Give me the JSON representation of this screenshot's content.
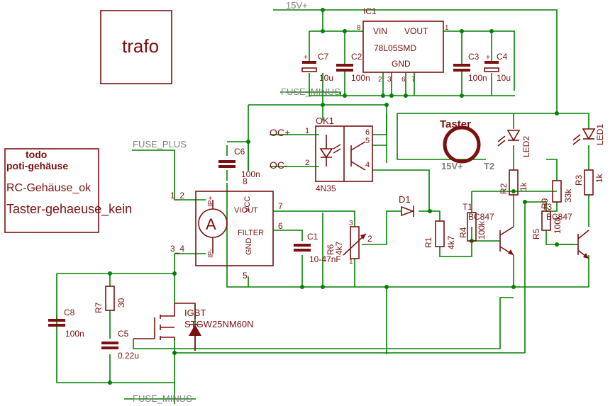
{
  "labels": {
    "trafo": "trafo",
    "todo": "todo",
    "poti": "poti-gehäuse",
    "rc": "RC-Gehäuse_ok",
    "taster_note": "Taster-gehaeuse_kein",
    "v15": "15V+",
    "fuse_minus_top": "FUSE_MINUS",
    "fuse_plus": "FUSE_PLUS",
    "fuse_minus_bottom": "FUSE_MINUS",
    "oc_plus": "OC+",
    "oc_minus": "OC-",
    "taster": "Taster",
    "v15_ring": "15V+",
    "t2": "T2"
  },
  "parts": {
    "ic1": {
      "name": "IC1",
      "value": "78L05SMD",
      "vin": "VIN",
      "vout": "VOUT",
      "gnd": "GND",
      "pin8": "8",
      "pin1": "1",
      "pins_bottom": [
        "2",
        "3",
        "6",
        "7"
      ]
    },
    "c7": {
      "name": "C7",
      "value": "10u"
    },
    "c2": {
      "name": "C2",
      "value": "100n"
    },
    "c3": {
      "name": "C3",
      "value": "100n"
    },
    "c4": {
      "name": "C4",
      "value": "10u"
    },
    "ok1": {
      "name": "OK1",
      "value": "4N35",
      "pin1": "1",
      "pin2": "2",
      "pin4": "4",
      "pin5": "5",
      "pin6": "6"
    },
    "c6": {
      "name": "C6",
      "value": "100n"
    },
    "sensor": {
      "vcc": "VCC",
      "viout": "VIOUT",
      "filter": "FILTER",
      "gnd": "GND",
      "ip_plus": "IP+",
      "ip_minus": "IP-",
      "pin12": "1_2",
      "pin34": "3_4",
      "pin7": "7",
      "pin6": "6",
      "pin5": "5",
      "pin8": "8",
      "symbol": "A"
    },
    "c1": {
      "name": "C1",
      "value": "10-47nF"
    },
    "r6": {
      "name": "R6",
      "value": "4k7",
      "pin1": "1",
      "pin2": "2",
      "pin3": "3"
    },
    "d1": {
      "name": "D1"
    },
    "r1": {
      "name": "R1",
      "value": "4k7"
    },
    "t1": {
      "name": "T1",
      "value": "BC847"
    },
    "r4": {
      "name": "R4",
      "value": "100k"
    },
    "r2": {
      "name": "R2",
      "value": "1k"
    },
    "led2": {
      "name": "LED2"
    },
    "r9": {
      "name": "R9",
      "value": "33k"
    },
    "r5": {
      "name": "R5",
      "value": "100k"
    },
    "t3": {
      "name": "T3",
      "value": "BC847"
    },
    "r3": {
      "name": "R3",
      "value": "1k"
    },
    "led1": {
      "name": "LED1"
    },
    "c8": {
      "name": "C8",
      "value": "100n"
    },
    "r7": {
      "name": "R7",
      "value": "30"
    },
    "c5": {
      "name": "C5",
      "value": "0.22u"
    },
    "igbt": {
      "name": "IGBT",
      "value": "STGW25NM60N"
    }
  }
}
